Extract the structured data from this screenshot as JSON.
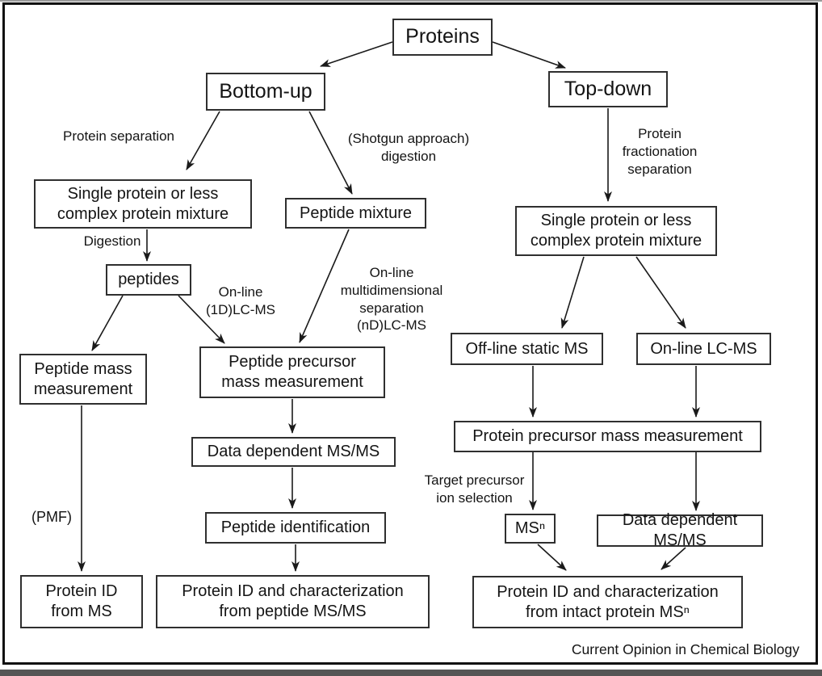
{
  "nodes": {
    "proteins": "Proteins",
    "bottom_up": "Bottom-up",
    "top_down": "Top-down",
    "single_protein_left": "Single protein or less\ncomplex protein mixture",
    "peptide_mixture": "Peptide mixture",
    "peptides": "peptides",
    "peptide_mass_measurement": "Peptide mass\nmeasurement",
    "peptide_precursor_mass": "Peptide precursor\nmass measurement",
    "data_dependent_msms_left": "Data dependent MS/MS",
    "peptide_identification": "Peptide identification",
    "protein_id_from_ms": "Protein ID\nfrom MS",
    "protein_id_char_peptide": "Protein ID and characterization\nfrom peptide MS/MS",
    "single_protein_right": "Single protein or less\ncomplex protein mixture",
    "offline_static_ms": "Off-line static MS",
    "online_lcms": "On-line LC-MS",
    "protein_precursor_mass": "Protein precursor mass measurement",
    "msn": "MSⁿ",
    "data_dependent_msms_right": "Data dependent MS/MS",
    "protein_id_char_intact": "Protein ID and characterization\nfrom intact protein MSⁿ"
  },
  "labels": {
    "protein_separation": "Protein separation",
    "shotgun_digestion": "(Shotgun approach)\ndigestion",
    "digestion": "Digestion",
    "online_1d_lcms": "On-line\n(1D)LC-MS",
    "online_multidimensional": "On-line\nmultidimensional\nseparation\n(nD)LC-MS",
    "pmf": "(PMF)",
    "protein_fractionation": "Protein\nfractionation\nseparation",
    "target_precursor": "Target precursor\nion selection"
  },
  "caption": "Current Opinion in Chemical Biology",
  "colors": {
    "line": "#1a1a1a",
    "box_border": "#2f2f2f",
    "text": "#141414",
    "background": "#ffffff"
  }
}
